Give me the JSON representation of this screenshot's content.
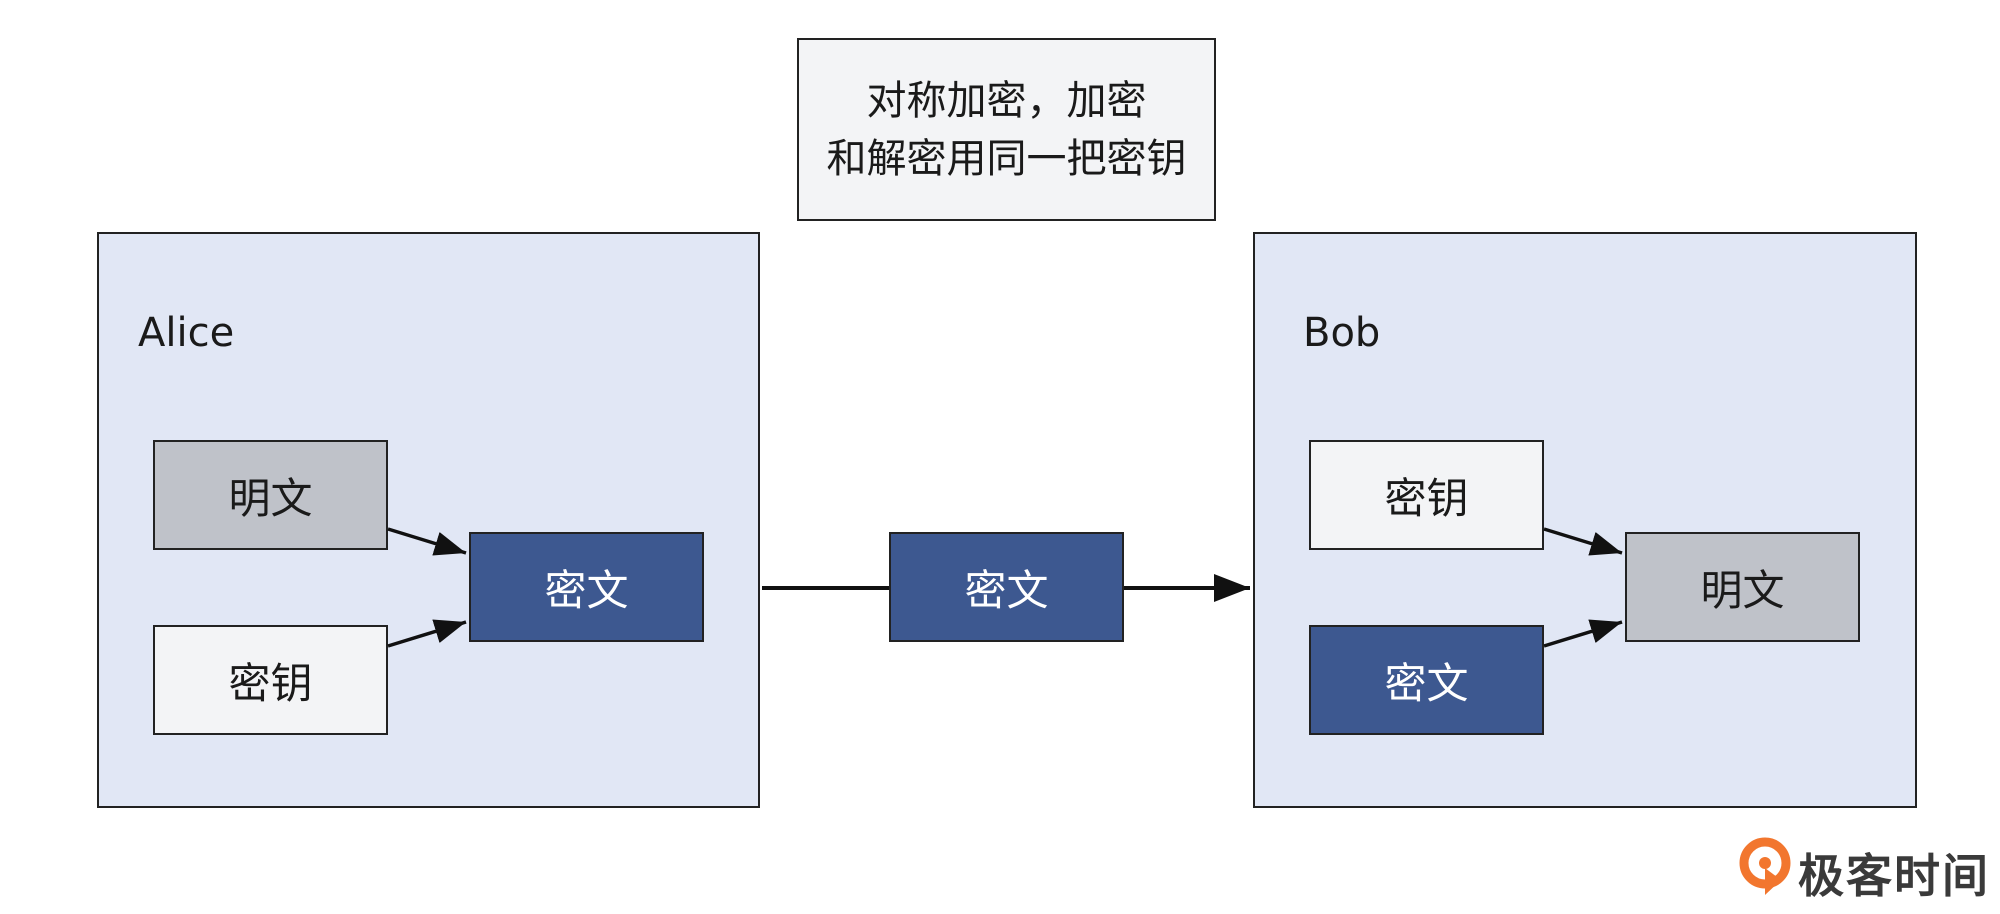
{
  "note": {
    "line1": "对称加密，加密",
    "line2": "和解密用同一把密钥"
  },
  "alice": {
    "name": "Alice",
    "plaintext": "明文",
    "key": "密钥",
    "ciphertext": "密文"
  },
  "channel": {
    "ciphertext": "密文"
  },
  "bob": {
    "name": "Bob",
    "key": "密钥",
    "ciphertext": "密文",
    "plaintext": "明文"
  },
  "brand": {
    "name": "极客时间",
    "color": "#f2762e"
  },
  "colors": {
    "panel": "#e1e7f5",
    "ciphertext": "#3d5890",
    "plaintext": "#bfc2c9",
    "key": "#f3f4f6"
  }
}
